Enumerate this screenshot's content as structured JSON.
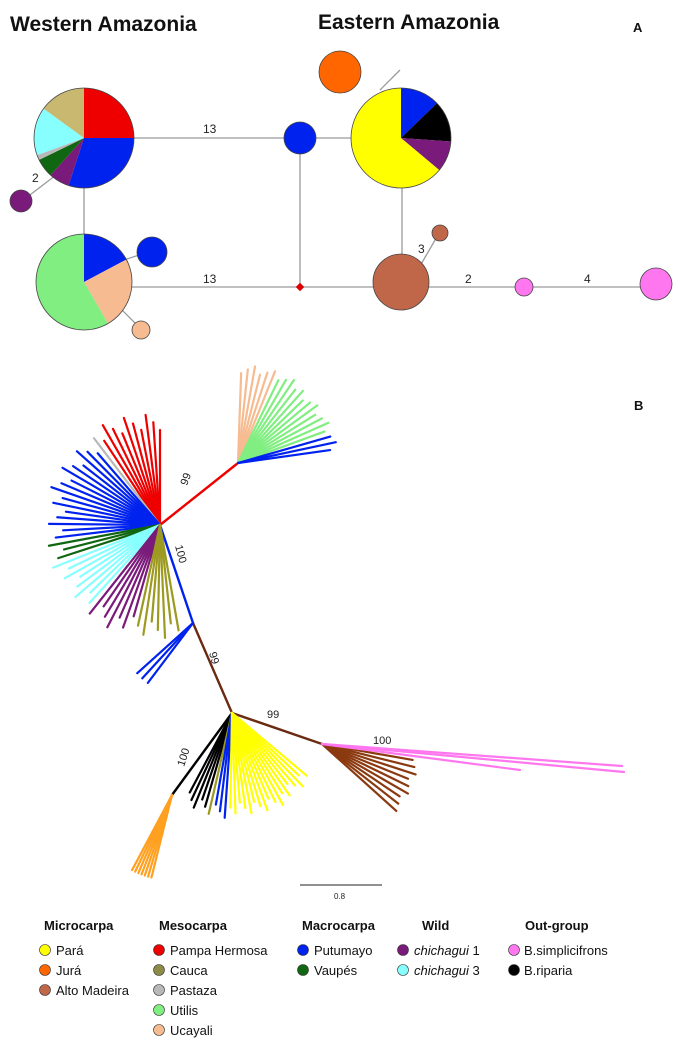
{
  "panel_a": {
    "label": "A",
    "title_west": "Western Amazonia",
    "title_east": "Eastern Amazonia",
    "edge_labels": [
      "13",
      "13",
      "2",
      "3",
      "2",
      "4"
    ]
  },
  "panel_b": {
    "label": "B",
    "bootstrap": [
      "99",
      "100",
      "99",
      "99",
      "100",
      "100"
    ],
    "scale_label": "0.8"
  },
  "colors": {
    "para": "#ffff00",
    "jura": "#ff6600",
    "alto_madeira": "#c0674a",
    "pampa_hermosa": "#ee0000",
    "cauca": "#8c8c48",
    "pastaza": "#b8b8b8",
    "utilis": "#80ee80",
    "ucayali": "#f6bb90",
    "putumayo": "#0022ee",
    "vaupes": "#116611",
    "chichagui1": "#7a1a7a",
    "chichagui3": "#88ffff",
    "simplicifrons": "#ff77ee",
    "riparia": "#000000",
    "olive": "#9c9a20",
    "tan": "#c8b870",
    "brown": "#8b3a10",
    "dark_brown": "#6b2a12",
    "orange": "#ffa020"
  },
  "legend": {
    "groups": [
      {
        "heading": "Microcarpa",
        "items": [
          {
            "label": "Pará",
            "color": "#ffff00"
          },
          {
            "label": "Jurá",
            "color": "#ff6600"
          },
          {
            "label": "Alto Madeira",
            "color": "#c0674a"
          }
        ]
      },
      {
        "heading": "Mesocarpa",
        "items": [
          {
            "label": "Pampa Hermosa",
            "color": "#ee0000"
          },
          {
            "label": "Cauca",
            "color": "#8c8c48"
          },
          {
            "label": "Pastaza",
            "color": "#b8b8b8"
          },
          {
            "label": "Utilis",
            "color": "#80ee80"
          },
          {
            "label": "Ucayali",
            "color": "#f6bb90"
          }
        ]
      },
      {
        "heading": "Macrocarpa",
        "items": [
          {
            "label": "Putumayo",
            "color": "#0022ee"
          },
          {
            "label": "Vaupés",
            "color": "#116611"
          }
        ]
      },
      {
        "heading": "Wild",
        "items": [
          {
            "label": "chichagui",
            "suffix": " 1",
            "italic": true,
            "color": "#7a1a7a"
          },
          {
            "label": "chichagui",
            "suffix": " 3",
            "italic": true,
            "color": "#88ffff"
          }
        ]
      },
      {
        "heading": "Out-group",
        "items": [
          {
            "label": "B.simplicifrons",
            "color": "#ff77ee"
          },
          {
            "label": "B.riparia",
            "color": "#000000"
          }
        ]
      }
    ]
  }
}
